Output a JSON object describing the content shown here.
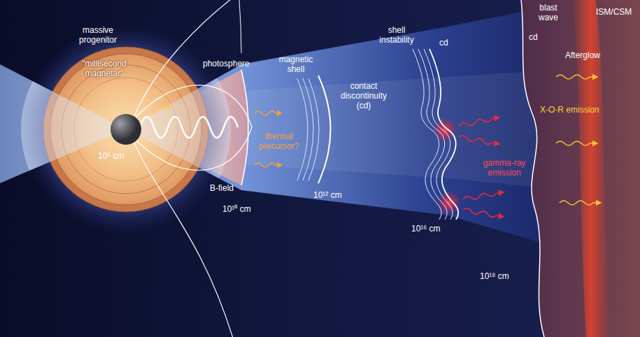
{
  "diagram": {
    "nodes": [
      {
        "text": [
          "massive progenitor",
          "\"millisecond magnetar\"",
          "e±",
          "10⁶ cm"
        ]
      },
      {
        "text": [
          "ISM/CSM",
          "Afterglow",
          "X-O-R emission"
        ]
      }
    ],
    "labels": [
      "photosphere",
      "B-field",
      "10¹⁰ cm",
      "thermal precursor?",
      "magnetic shell",
      "contact discontinuity (cd)",
      "10¹² cm",
      "shell instability",
      "cd",
      "gamma-ray emission",
      "10¹⁶ cm",
      "blast wave",
      "cd",
      "10¹⁸ cm"
    ]
  }
}
